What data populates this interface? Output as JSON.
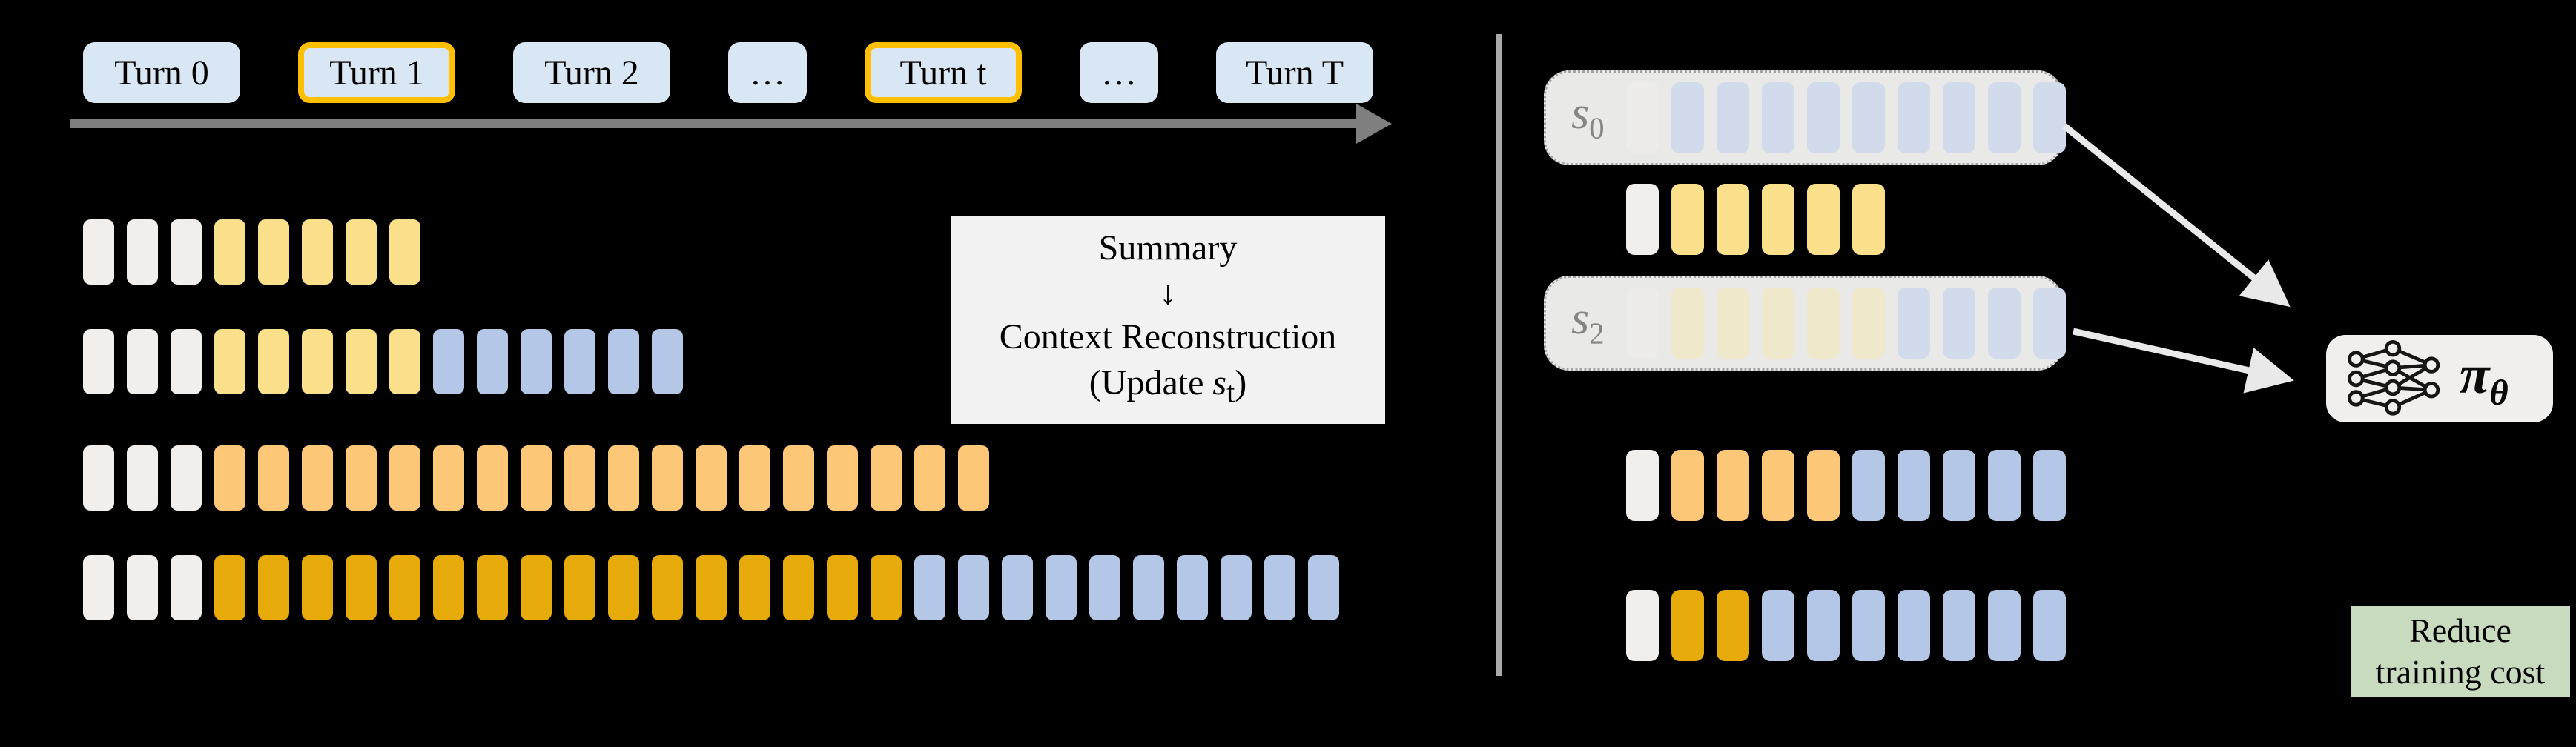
{
  "colors": {
    "white": "#f1eeec",
    "yellow": "#fbe08c",
    "blue": "#b4c7e7",
    "orange": "#fcc878",
    "gold": "#e6aa0a",
    "fadedWhite": "#edecea",
    "fadedBlue": "#d2dbeb",
    "fadedYellow": "#f0e8ca",
    "turnBox": "#d9e7f5",
    "highlight": "#fec000",
    "timeline": "#7f7f7f",
    "summaryBg": "#f2f2f2",
    "stateBoxBg": "#e9e9e8",
    "stateBoxBorder": "#a3a3a3",
    "stateLabel": "#858585",
    "policyBoxBg": "#f0efed",
    "noteBg": "#c8dbbe",
    "arrow": "#e9e9e9",
    "divider": "#a9a9a9"
  },
  "timeline": {
    "turns": [
      {
        "label": "Turn 0",
        "highlight": false,
        "narrow": false
      },
      {
        "label": "Turn 1",
        "highlight": true,
        "narrow": false
      },
      {
        "label": "Turn 2",
        "highlight": false,
        "narrow": false
      },
      {
        "label": "…",
        "highlight": false,
        "narrow": true
      },
      {
        "label": "Turn t",
        "highlight": true,
        "narrow": false
      },
      {
        "label": "…",
        "highlight": false,
        "narrow": true
      },
      {
        "label": "Turn T",
        "highlight": false,
        "narrow": false
      }
    ]
  },
  "context_rows": {
    "row0": [
      {
        "color": "white",
        "count": 3
      },
      {
        "color": "yellow",
        "count": 5
      }
    ],
    "row1": [
      {
        "color": "white",
        "count": 3
      },
      {
        "color": "yellow",
        "count": 5
      },
      {
        "color": "blue",
        "count": 6
      }
    ],
    "row2": [
      {
        "color": "white",
        "count": 3
      },
      {
        "color": "orange",
        "count": 18
      }
    ],
    "row3": [
      {
        "color": "white",
        "count": 3
      },
      {
        "color": "gold",
        "count": 16
      },
      {
        "color": "blue",
        "count": 10
      }
    ]
  },
  "summary_box": {
    "title": "Summary",
    "arrow": "↓",
    "line2": "Context Reconstruction",
    "update_prefix": "(Update ",
    "update_var": "s",
    "update_sub": "t",
    "update_suffix": ")"
  },
  "states": {
    "s0": {
      "label_base": "s",
      "label_sub": "0",
      "tokens": [
        {
          "color": "fadedWhite",
          "count": 1
        },
        {
          "color": "fadedBlue",
          "count": 9
        }
      ]
    },
    "s2": {
      "label_base": "s",
      "label_sub": "2",
      "tokens": [
        {
          "color": "fadedWhite",
          "count": 1
        },
        {
          "color": "fadedYellow",
          "count": 5
        },
        {
          "color": "fadedBlue",
          "count": 4
        }
      ]
    }
  },
  "reconstructed_rows": {
    "under_s0": [
      {
        "color": "white",
        "count": 1
      },
      {
        "color": "yellow",
        "count": 5
      }
    ],
    "rowA": [
      {
        "color": "white",
        "count": 1
      },
      {
        "color": "orange",
        "count": 4
      },
      {
        "color": "blue",
        "count": 5
      }
    ],
    "rowB": [
      {
        "color": "white",
        "count": 1
      },
      {
        "color": "gold",
        "count": 2
      },
      {
        "color": "blue",
        "count": 7
      }
    ]
  },
  "policy": {
    "pi": "π",
    "sub": "θ"
  },
  "note": {
    "line1": "Reduce",
    "line2": "training cost"
  }
}
